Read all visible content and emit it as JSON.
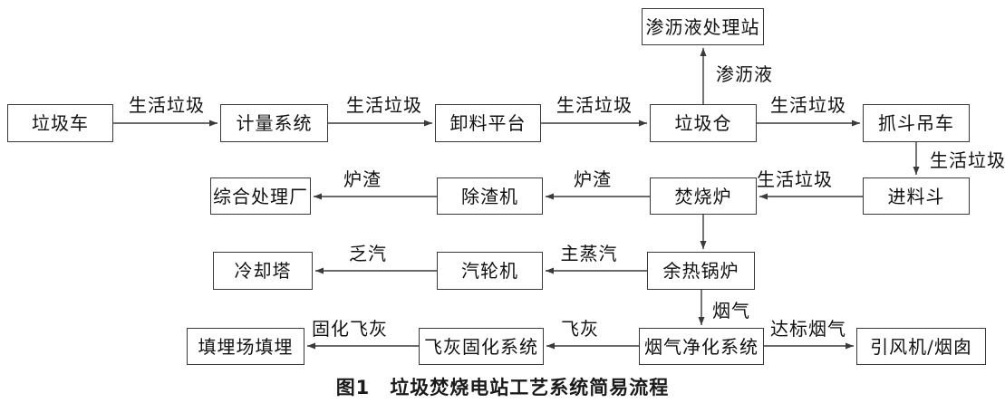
{
  "caption": {
    "number": "图1",
    "title": "垃圾焚烧电站工艺系统简易流程"
  },
  "colors": {
    "line": "#3a3a3a",
    "text": "#111111",
    "background": "#ffffff"
  },
  "nodes": {
    "leachate_station": {
      "label": "渗沥液处理站"
    },
    "garbage_truck": {
      "label": "垃圾车"
    },
    "weighing_system": {
      "label": "计量系统"
    },
    "unloading_platform": {
      "label": "卸料平台"
    },
    "waste_bunker": {
      "label": "垃圾仓"
    },
    "grab_crane": {
      "label": "抓斗吊车"
    },
    "comprehensive_plant": {
      "label": "综合处理厂"
    },
    "slag_remover": {
      "label": "除渣机"
    },
    "incinerator": {
      "label": "焚烧炉"
    },
    "feed_hopper": {
      "label": "进料斗"
    },
    "cooling_tower": {
      "label": "冷却塔"
    },
    "steam_turbine": {
      "label": "汽轮机"
    },
    "waste_heat_boiler": {
      "label": "余热锅炉"
    },
    "landfill": {
      "label": "填埋场填埋"
    },
    "fly_ash_system": {
      "label": "飞灰固化系统"
    },
    "flue_gas_system": {
      "label": "烟气净化系统"
    },
    "fan_chimney": {
      "label": "引风机/烟囱"
    }
  },
  "edge_labels": {
    "truck_to_weighing": "生活垃圾",
    "weighing_to_unloading": "生活垃圾",
    "unloading_to_bunker": "生活垃圾",
    "bunker_to_crane": "生活垃圾",
    "bunker_to_leachate": "渗沥液",
    "crane_to_hopper": "生活垃圾",
    "hopper_to_incinerator": "生活垃圾",
    "incinerator_to_slag": "炉渣",
    "slag_to_plant": "炉渣",
    "boiler_to_turbine": "主蒸汽",
    "turbine_to_cooling": "乏汽",
    "boiler_to_fluegas": "烟气",
    "fluegas_to_flyash": "飞灰",
    "flyash_to_landfill": "固化飞灰",
    "fluegas_to_fan": "达标烟气"
  }
}
